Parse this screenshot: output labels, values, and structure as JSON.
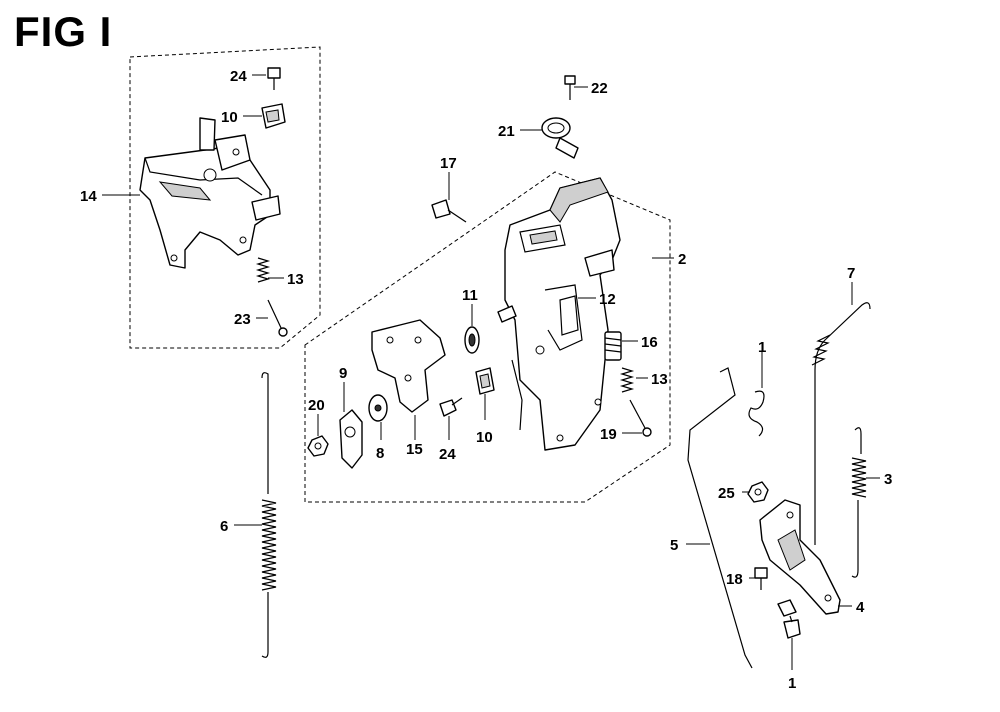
{
  "figure": {
    "title": "FIG I"
  },
  "callouts": [
    {
      "id": "c24a",
      "text": "24"
    },
    {
      "id": "c10a",
      "text": "10"
    },
    {
      "id": "c14",
      "text": "14"
    },
    {
      "id": "c13a",
      "text": "13"
    },
    {
      "id": "c23",
      "text": "23"
    },
    {
      "id": "c22",
      "text": "22"
    },
    {
      "id": "c21",
      "text": "21"
    },
    {
      "id": "c17",
      "text": "17"
    },
    {
      "id": "c2",
      "text": "2"
    },
    {
      "id": "c11",
      "text": "11"
    },
    {
      "id": "c12",
      "text": "12"
    },
    {
      "id": "c16",
      "text": "16"
    },
    {
      "id": "c13b",
      "text": "13"
    },
    {
      "id": "c19",
      "text": "19"
    },
    {
      "id": "c9",
      "text": "9"
    },
    {
      "id": "c20",
      "text": "20"
    },
    {
      "id": "c8",
      "text": "8"
    },
    {
      "id": "c15",
      "text": "15"
    },
    {
      "id": "c24b",
      "text": "24"
    },
    {
      "id": "c10b",
      "text": "10"
    },
    {
      "id": "c7",
      "text": "7"
    },
    {
      "id": "c1a",
      "text": "1"
    },
    {
      "id": "c3",
      "text": "3"
    },
    {
      "id": "c25",
      "text": "25"
    },
    {
      "id": "c5",
      "text": "5"
    },
    {
      "id": "c18",
      "text": "18"
    },
    {
      "id": "c4",
      "text": "4"
    },
    {
      "id": "c1b",
      "text": "1"
    },
    {
      "id": "c6",
      "text": "6"
    }
  ]
}
